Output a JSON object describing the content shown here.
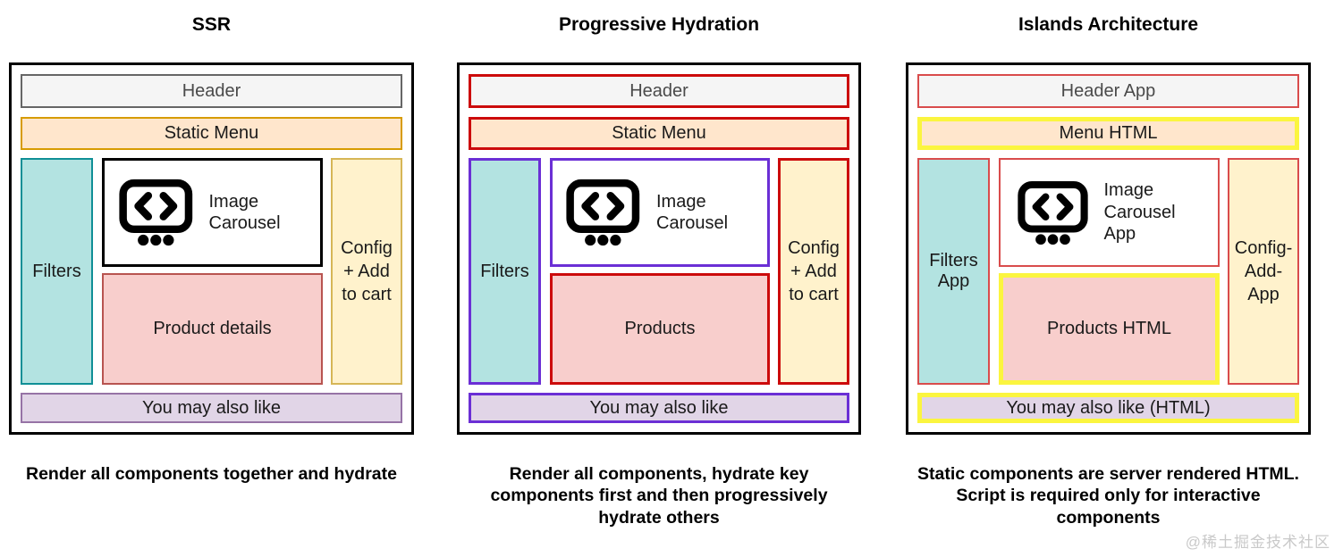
{
  "panels": [
    {
      "title": "SSR",
      "header": "Header",
      "menu": "Static Menu",
      "filters": "Filters",
      "carousel": "Image Carousel",
      "products": "Product details",
      "config": "Config + Add to cart",
      "recommendations": "You may also like",
      "caption": "Render all components together and hydrate"
    },
    {
      "title": "Progressive Hydration",
      "header": "Header",
      "menu": "Static Menu",
      "filters": "Filters",
      "carousel": "Image Carousel",
      "products": "Products",
      "config": "Config + Add to cart",
      "recommendations": "You may also like",
      "caption": "Render all components, hydrate key\ncomponents first and then progressively\nhydrate others"
    },
    {
      "title": "Islands Architecture",
      "header": "Header App",
      "menu": "Menu HTML",
      "filters": "Filters App",
      "carousel": "Image Carousel App",
      "products": "Products HTML",
      "config": "Config-Add-App",
      "recommendations": "You may also like (HTML)",
      "caption": "Static components are server rendered HTML.\nScript is required only for interactive\ncomponents"
    }
  ],
  "colors": {
    "frame_stroke": "#000000",
    "gray_stroke": "#666666",
    "orange_stroke": "#D79B00",
    "teal_stroke": "#0F8F96",
    "pink_stroke": "#B85450",
    "tan_stroke": "#D6B656",
    "muted_purple_stroke": "#9673A6",
    "red_stroke": "#CC0B0B",
    "light_red_stroke": "#D94C4C",
    "vivid_purple_stroke": "#6B2FD5",
    "yellow_stroke": "#FBF53F",
    "gray_fill": "#F5F5F5",
    "peach_fill": "#FFE6CC",
    "teal_fill": "#B3E3E1",
    "pink_fill": "#F8CECC",
    "cream_fill": "#FFF2CC",
    "purple_fill": "#E1D5E7"
  },
  "watermark": "@稀土掘金技术社区"
}
